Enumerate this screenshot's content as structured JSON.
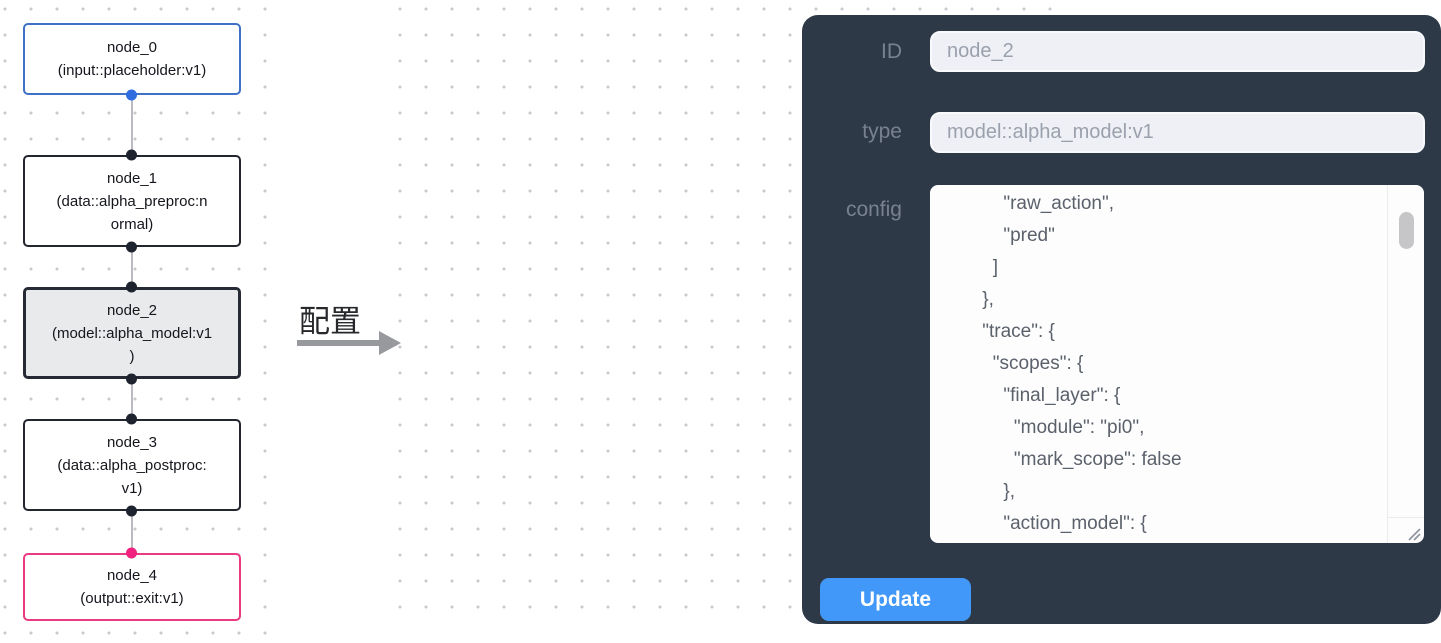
{
  "flowchart": {
    "nodes": [
      {
        "id": "node_0",
        "type": "input::placeholder:v1",
        "lines": [
          "node_0",
          "(input::placeholder:v1)"
        ],
        "border_color": "#3f71c6",
        "state": "input"
      },
      {
        "id": "node_1",
        "type": "data::alpha_preproc:normal",
        "lines": [
          "node_1",
          "(data::alpha_preproc:n",
          "ormal)"
        ],
        "border_color": "#23262f",
        "state": "default"
      },
      {
        "id": "node_2",
        "type": "model::alpha_model:v1",
        "lines": [
          "node_2",
          "(model::alpha_model:v1",
          ")"
        ],
        "border_color": "#262a35",
        "state": "selected"
      },
      {
        "id": "node_3",
        "type": "data::alpha_postproc:v1",
        "lines": [
          "node_3",
          "(data::alpha_postproc:",
          "v1)"
        ],
        "border_color": "#23262f",
        "state": "default"
      },
      {
        "id": "node_4",
        "type": "output::exit:v1",
        "lines": [
          "node_4",
          "(output::exit:v1)"
        ],
        "border_color": "#ea3a84",
        "state": "output"
      }
    ],
    "handle_colors": {
      "input": "#2f6ce0",
      "default": "#1e2330",
      "output": "#f0217f"
    },
    "selected_node_bg": "#e9eaeb"
  },
  "transfer": {
    "label": "配置",
    "arrow_color": "#98999c"
  },
  "panel": {
    "colors": {
      "background": "#2e3948",
      "field_bg": "#eef0f5",
      "button": "#4298f8",
      "label_text": "#78818f"
    },
    "fields": {
      "id": {
        "label": "ID",
        "value": "node_2"
      },
      "type": {
        "label": "type",
        "value": "model::alpha_model:v1"
      },
      "config": {
        "label": "config",
        "lines": [
          "            \"raw_action\",",
          "            \"pred\"",
          "          ]",
          "        },",
          "        \"trace\": {",
          "          \"scopes\": {",
          "            \"final_layer\": {",
          "              \"module\": \"pi0\",",
          "              \"mark_scope\": false",
          "            },",
          "            \"action_model\": {"
        ]
      }
    },
    "update_label": "Update"
  }
}
